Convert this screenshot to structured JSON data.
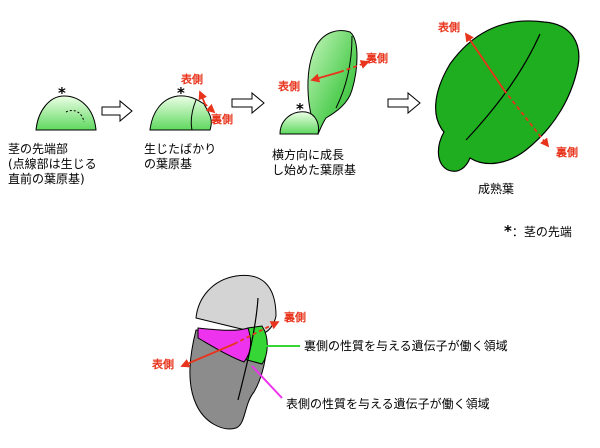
{
  "labels": {
    "stem_tip": "茎の先端部\n(点線部は生じる\n直前の葉原基)",
    "young_primordium": "生じたばかり\nの葉原基",
    "lateral_growth": "横方向に成長\nし始めた葉原基",
    "mature_leaf": "成熟葉",
    "legend_star": "*",
    "legend_text": "：茎の先端",
    "abaxial_region": "裏側の性質を与える遺伝子が働く領域",
    "adaxial_region": "表側の性質を与える遺伝子が働く領域"
  },
  "sides": {
    "adaxial": "表側",
    "abaxial": "裏側"
  },
  "star": "*",
  "colors": {
    "leaf_light": "#b8f2a8",
    "leaf_green": "#2db82d",
    "leaf_dark": "#19a019",
    "arrow_red": "#e8341c",
    "magenta": "#ee33ee",
    "gray_light": "#d4d4d4",
    "gray_dark": "#8c8c8c"
  }
}
